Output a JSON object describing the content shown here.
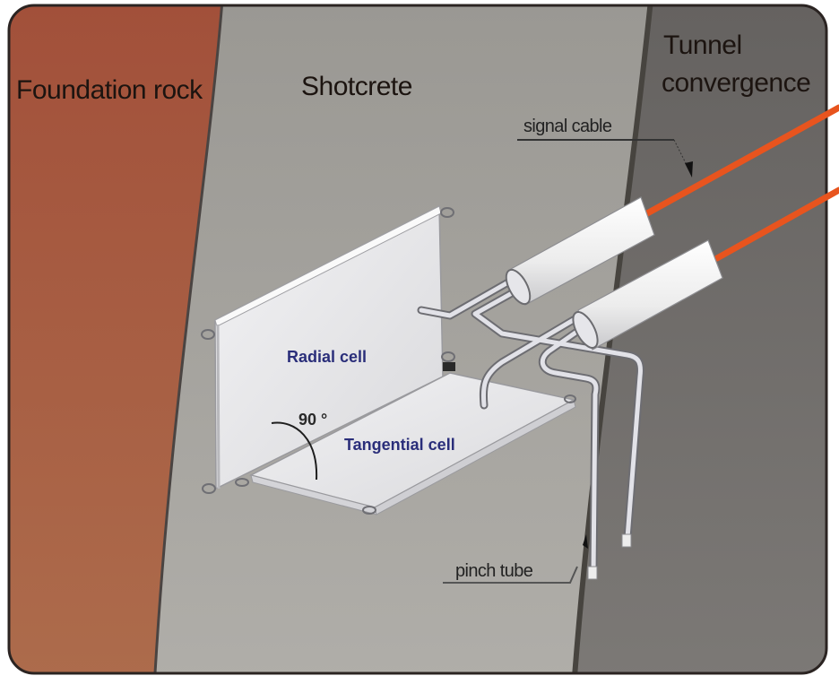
{
  "figure": {
    "title": "Pressure cell installation in tunnel lining",
    "layers": [
      {
        "id": "foundation-rock",
        "label": "Foundation rock",
        "color": "#a65a3e"
      },
      {
        "id": "shotcrete",
        "label": "Shotcrete",
        "color": "#a3a19c"
      },
      {
        "id": "tunnel-convergence",
        "label_line1": "Tunnel",
        "label_line2": "convergence",
        "color": "#6f6c69"
      }
    ],
    "cells": {
      "radial": {
        "label": "Radial cell"
      },
      "tangential": {
        "label": "Tangential cell"
      },
      "angle": {
        "label": "90 °"
      }
    },
    "callouts": {
      "signal_cable": {
        "label": "signal cable"
      },
      "pinch_tube": {
        "label": "pinch tube"
      }
    },
    "colors": {
      "cable": "#e8541e",
      "cell_panel": "#e6e6e8",
      "tube": "#dcdce2",
      "border": "#2b2422",
      "cell_text": "#2a2e7a"
    }
  }
}
